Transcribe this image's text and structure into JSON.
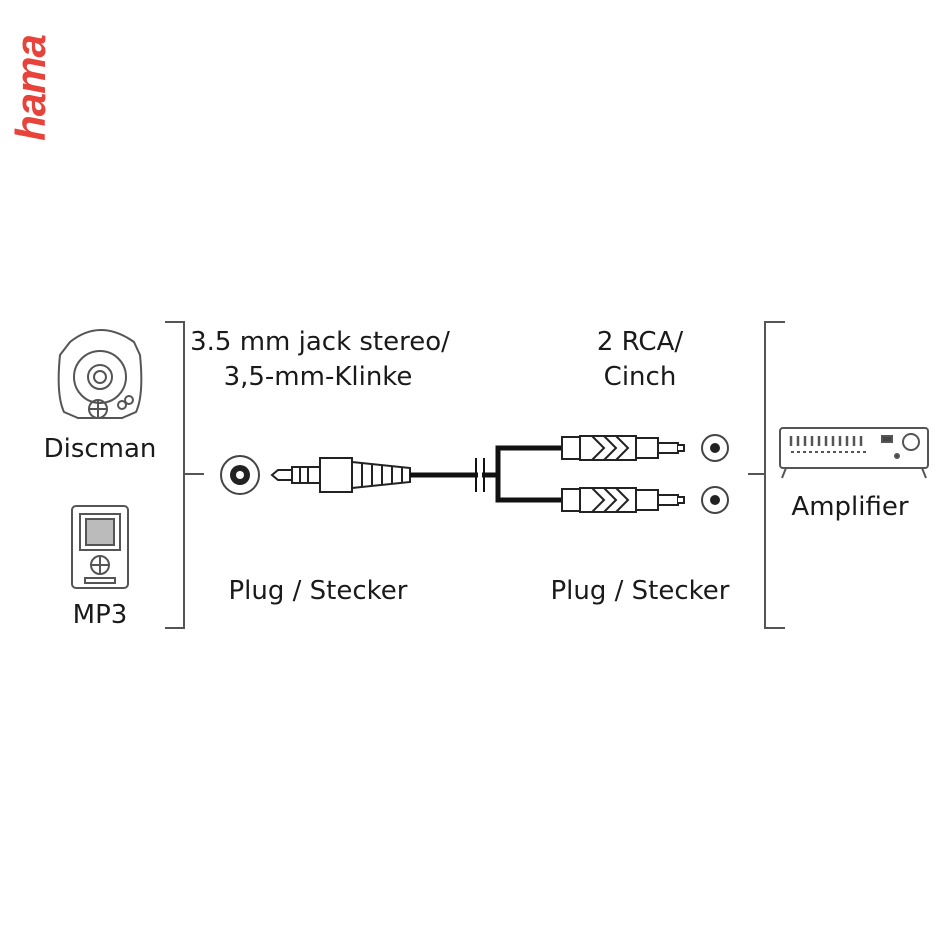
{
  "brand": {
    "name": "hama",
    "color": "#e8433a"
  },
  "labels": {
    "jack_line1": "3.5 mm jack stereo/",
    "jack_line2": "3,5-mm-Klinke",
    "rca_line1": "2 RCA/",
    "rca_line2": "Cinch",
    "discman": "Discman",
    "mp3": "MP3",
    "amplifier": "Amplifier",
    "plug_left": "Plug / Stecker",
    "plug_right": "Plug / Stecker"
  },
  "colors": {
    "line": "#1a1a1a",
    "device_line": "#555555",
    "cable": "#111111"
  },
  "icons": [
    "discman-icon",
    "mp3-player-icon",
    "amplifier-icon",
    "jack-socket-icon",
    "rca-socket-icon"
  ]
}
